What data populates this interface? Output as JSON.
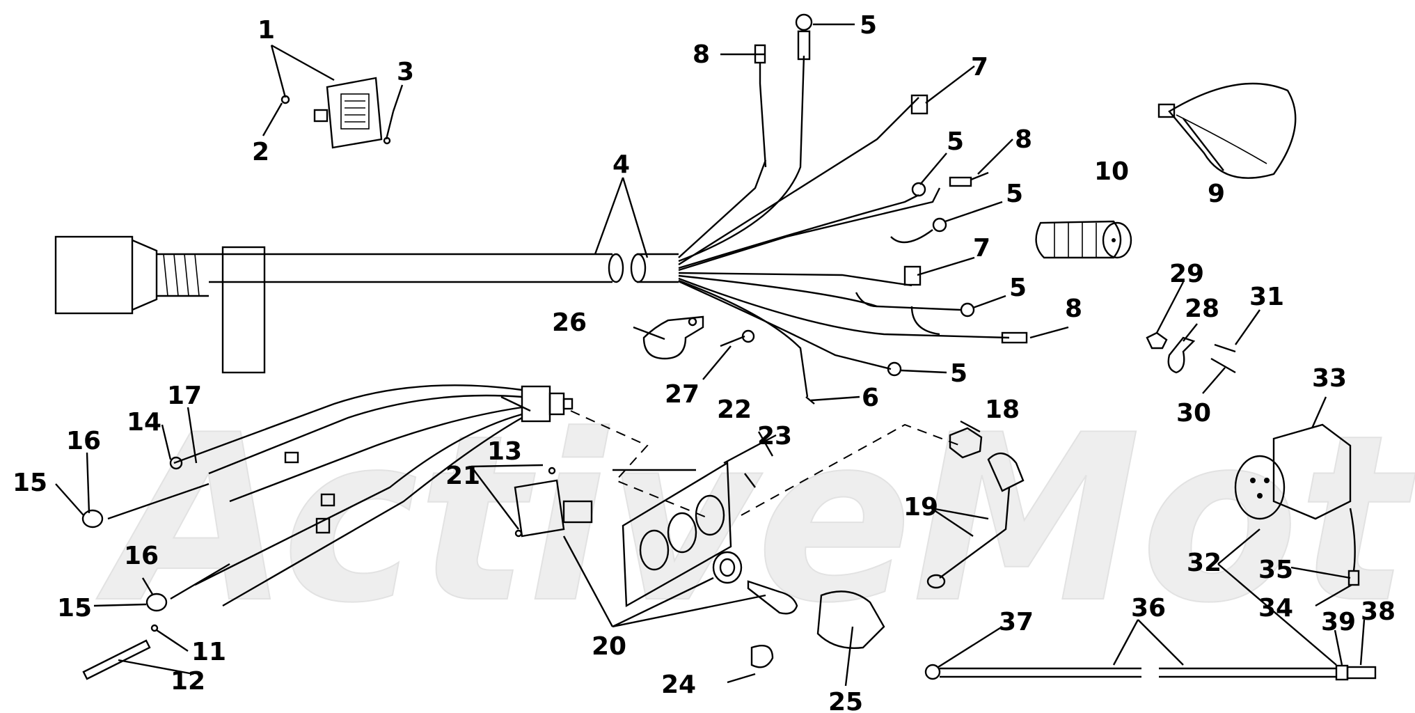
{
  "watermark": {
    "text": "ActiveMoto"
  },
  "callouts": {
    "c1": "1",
    "c2": "2",
    "c3": "3",
    "c4": "4",
    "c5a": "5",
    "c5b": "5",
    "c5c": "5",
    "c5d": "5",
    "c5e": "5",
    "c6": "6",
    "c7a": "7",
    "c7b": "7",
    "c8a": "8",
    "c8b": "8",
    "c8c": "8",
    "c9": "9",
    "c10": "10",
    "c11": "11",
    "c12": "12",
    "c13": "13",
    "c14": "14",
    "c15a": "15",
    "c15b": "15",
    "c16a": "16",
    "c16b": "16",
    "c17": "17",
    "c18": "18",
    "c19": "19",
    "c20": "20",
    "c21": "21",
    "c22": "22",
    "c23": "23",
    "c24": "24",
    "c25": "25",
    "c26": "26",
    "c27": "27",
    "c28": "28",
    "c29": "29",
    "c30": "30",
    "c31": "31",
    "c32": "32",
    "c33": "33",
    "c34": "34",
    "c35": "35",
    "c36": "36",
    "c37": "37",
    "c38": "38",
    "c39": "39"
  }
}
